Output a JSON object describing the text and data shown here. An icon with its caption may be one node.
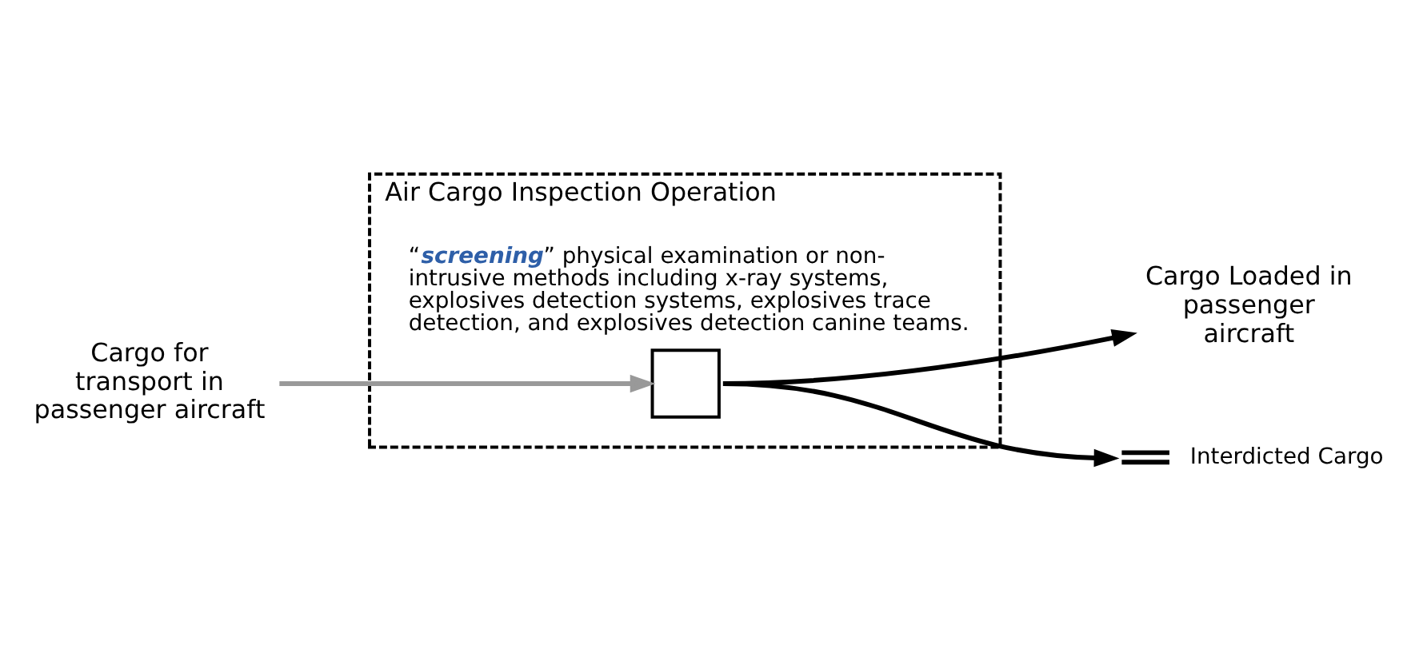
{
  "diagram": {
    "nodes": [
      {
        "text": [
          "Air Cargo Inspection Operation"
        ]
      },
      {
        "text": [
          "Cargo for transport in passenger aircraft"
        ]
      },
      {
        "text": [],
        "shape": "box",
        "in": 0,
        "beside": [
          "“**screening**” physical examination or non-intrusive methods including x-ray systems, explosives detection systems, explosives trace detection, and explosives detection canine teams."
        ]
      },
      {
        "text": [
          "Cargo Loaded in passenger aircraft"
        ]
      },
      {
        "text": [],
        "shape": "bar",
        "beside": [
          "Interdicted Cargo"
        ]
      }
    ],
    "edges": [
      {
        "from": 1,
        "to": 2,
        "arrow": "to",
        "color": "#999999"
      },
      {
        "from": 2,
        "to": 3,
        "arrow": "to"
      },
      {
        "from": 2,
        "to": 4,
        "arrow": "to"
      }
    ]
  }
}
